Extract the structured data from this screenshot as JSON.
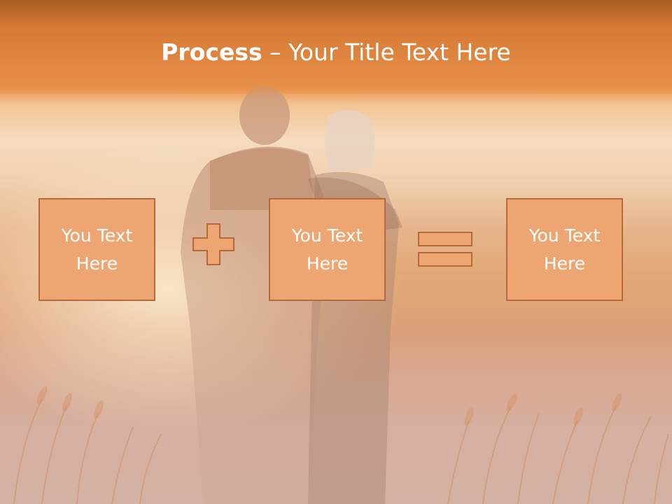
{
  "slide": {
    "title_bold": "Process",
    "title_rest": " – Your Title Text Here",
    "boxes": [
      {
        "text": "You Text Here"
      },
      {
        "text": "You Text Here"
      },
      {
        "text": "You Text Here"
      }
    ],
    "operators": [
      "plus-icon",
      "equals-icon"
    ]
  },
  "colors": {
    "title_bar": "#e48a44",
    "box_fill": "#eda671",
    "box_border": "#b8693a",
    "text": "#ffffff"
  }
}
